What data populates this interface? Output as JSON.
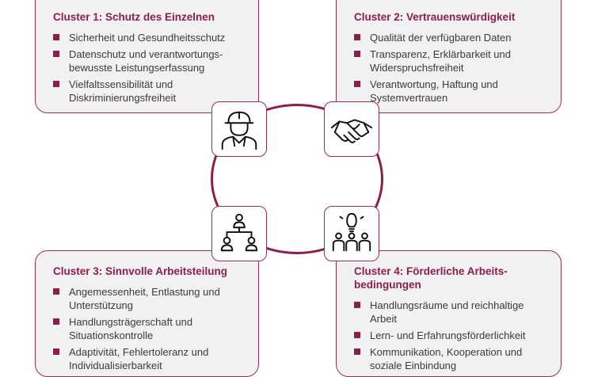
{
  "clusters": [
    {
      "title": "Cluster 1: Schutz des Einzelnen",
      "items": [
        "Sicherheit und Gesundheitsschutz",
        "Datenschutz und verantwortungs-bewusste Leistungserfassung",
        "Vielfaltssensibilität und Diskriminierungsfreiheit"
      ],
      "icon": "worker-helmet-icon"
    },
    {
      "title": "Cluster 2: Vertrauenswürdigkeit",
      "items": [
        "Qualität der verfügbaren Daten",
        "Transparenz, Erklärbarkeit und Widerspruchsfreiheit",
        "Verantwortung, Haftung und Systemvertrauen"
      ],
      "icon": "handshake-icon"
    },
    {
      "title": "Cluster 3: Sinnvolle Arbeitsteilung",
      "items": [
        "Angemessenheit, Entlastung und Unterstützung",
        "Handlungsträgerschaft und Situationskontrolle",
        "Adaptivität, Fehlertoleranz und Individualisierbarkeit"
      ],
      "icon": "team-hierarchy-icon"
    },
    {
      "title": "Cluster 4: Förderliche Arbeits-bedingungen",
      "items": [
        "Handlungsräume und reichhaltige Arbeit",
        "Lern- und Erfahrungsförderlichkeit",
        "Kommunikation, Kooperation und soziale Einbindung"
      ],
      "icon": "team-idea-icon"
    }
  ],
  "colors": {
    "accent": "#8b1e4b",
    "box_background": "#f2f1f2",
    "text": "#333333"
  }
}
